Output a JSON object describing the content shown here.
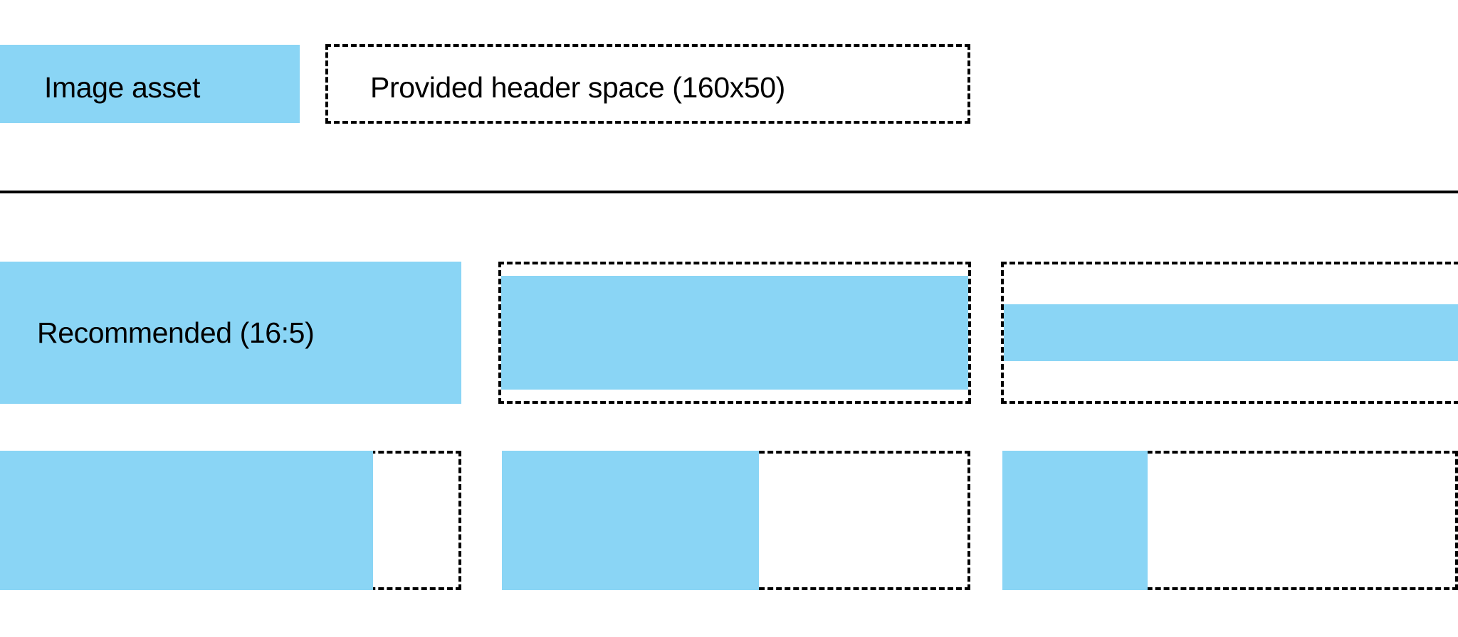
{
  "colors": {
    "accent_blue": "#8ad5f5",
    "stroke": "#000000",
    "background": "#ffffff"
  },
  "header": {
    "image_asset": {
      "label": "Image asset",
      "style": "solid-blue-swatch"
    },
    "provided_space": {
      "label": "Provided header space (160x50)",
      "style": "dashed-outline"
    }
  },
  "divider": {
    "style": "solid-horizontal-rule"
  },
  "cards": {
    "ratio_row": [
      {
        "label": "Recommended (16:5)",
        "fill": "full",
        "outline": "dashed"
      },
      {
        "label": "",
        "fill": "vertically-inset",
        "outline": "dashed"
      },
      {
        "label": "",
        "fill": "vertical-band-centered",
        "outline": "dashed"
      }
    ],
    "width_row": [
      {
        "label": "",
        "fill": "left-aligned-wide",
        "outline": "dashed"
      },
      {
        "label": "",
        "fill": "left-aligned-medium",
        "outline": "dashed"
      },
      {
        "label": "",
        "fill": "left-aligned-narrow",
        "outline": "dashed"
      }
    ]
  }
}
